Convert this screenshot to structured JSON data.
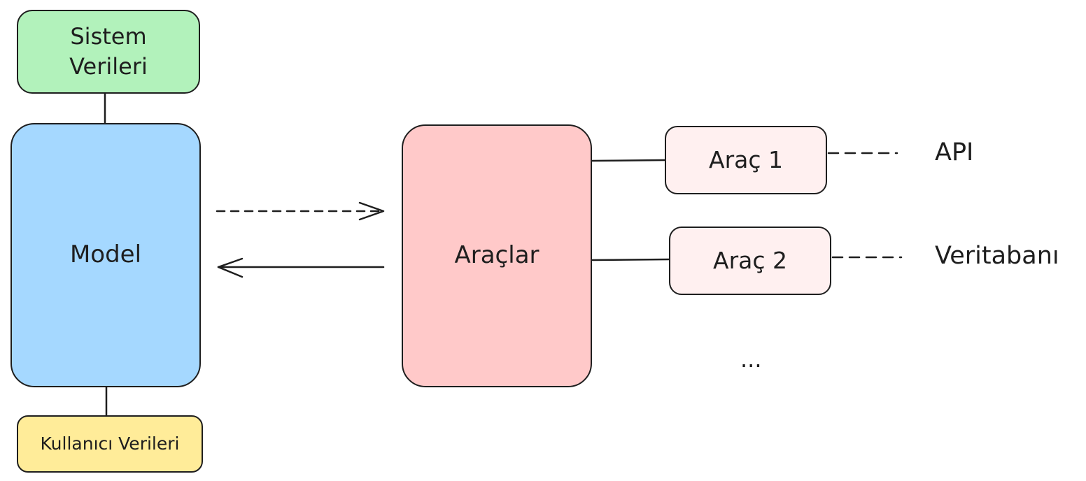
{
  "nodes": {
    "sistem": {
      "text": "Sistem Verileri",
      "fill": "#b2f2bb"
    },
    "model": {
      "text": "Model",
      "fill": "#a5d8ff"
    },
    "kullanici": {
      "text": "Kullanıcı Verileri",
      "fill": "#ffec99"
    },
    "araclar": {
      "text": "Araçlar",
      "fill": "#ffc9c9"
    },
    "arac1": {
      "text": "Araç 1",
      "fill": "#fff0f0"
    },
    "arac2": {
      "text": "Araç 2",
      "fill": "#fff0f0"
    }
  },
  "labels": {
    "api": "API",
    "veritabani": "Veritabanı",
    "ellipsis": "..."
  },
  "colors": {
    "stroke": "#1e1e1e",
    "background": "#ffffff"
  }
}
